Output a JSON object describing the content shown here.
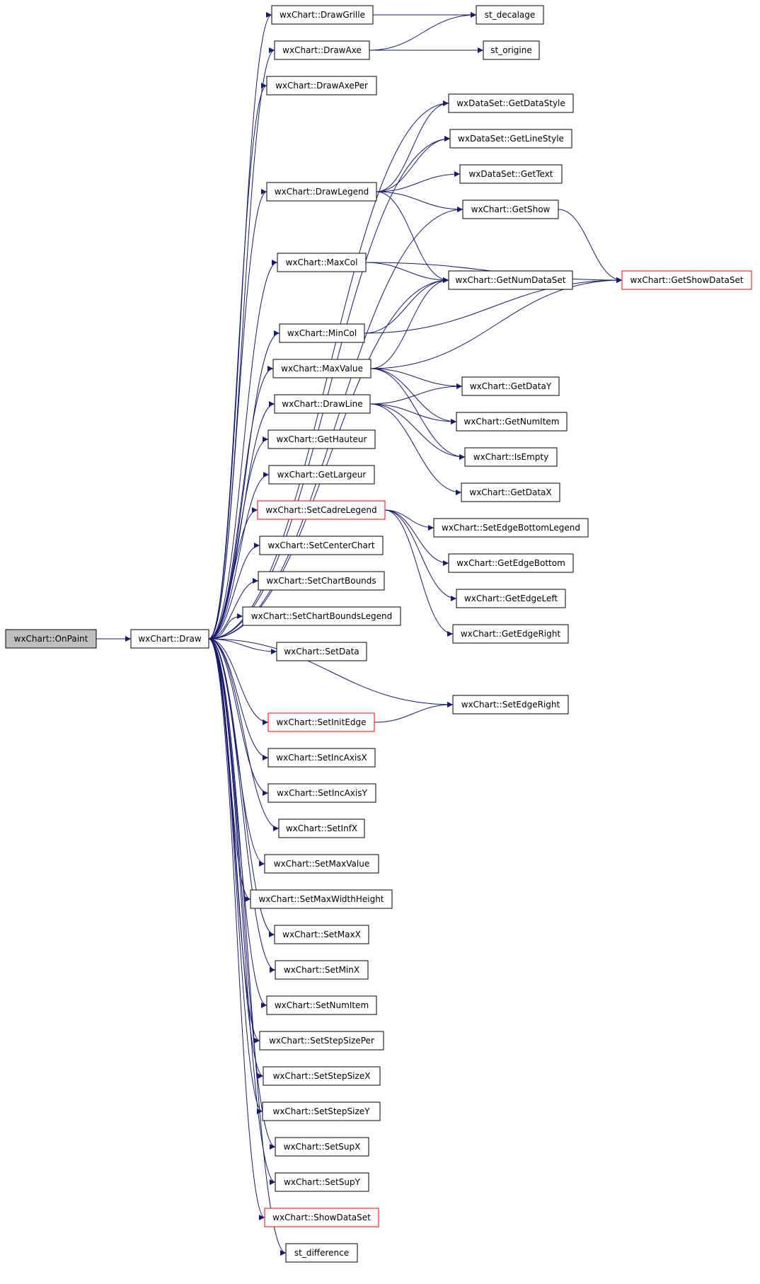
{
  "nodes": [
    {
      "id": "onpaint",
      "label": "wxChart::OnPaint",
      "style": "current"
    },
    {
      "id": "draw",
      "label": "wxChart::Draw",
      "style": "normal"
    },
    {
      "id": "drawgrille",
      "label": "wxChart::DrawGrille",
      "style": "normal"
    },
    {
      "id": "drawaxe",
      "label": "wxChart::DrawAxe",
      "style": "normal"
    },
    {
      "id": "drawaxeper",
      "label": "wxChart::DrawAxePer",
      "style": "normal"
    },
    {
      "id": "drawlegend",
      "label": "wxChart::DrawLegend",
      "style": "normal"
    },
    {
      "id": "maxcol",
      "label": "wxChart::MaxCol",
      "style": "normal"
    },
    {
      "id": "mincol",
      "label": "wxChart::MinCol",
      "style": "normal"
    },
    {
      "id": "maxvalue",
      "label": "wxChart::MaxValue",
      "style": "normal"
    },
    {
      "id": "drawline",
      "label": "wxChart::DrawLine",
      "style": "normal"
    },
    {
      "id": "gethauteur",
      "label": "wxChart::GetHauteur",
      "style": "normal"
    },
    {
      "id": "getlargeur",
      "label": "wxChart::GetLargeur",
      "style": "normal"
    },
    {
      "id": "setcadrelegend",
      "label": "wxChart::SetCadreLegend",
      "style": "truncated"
    },
    {
      "id": "setcenterchart",
      "label": "wxChart::SetCenterChart",
      "style": "normal"
    },
    {
      "id": "setchartbounds",
      "label": "wxChart::SetChartBounds",
      "style": "normal"
    },
    {
      "id": "setchartboundslegend",
      "label": "wxChart::SetChartBoundsLegend",
      "style": "normal"
    },
    {
      "id": "setdata",
      "label": "wxChart::SetData",
      "style": "normal"
    },
    {
      "id": "setinitedge",
      "label": "wxChart::SetInitEdge",
      "style": "truncated"
    },
    {
      "id": "setincaxisx",
      "label": "wxChart::SetIncAxisX",
      "style": "normal"
    },
    {
      "id": "setincaxisy",
      "label": "wxChart::SetIncAxisY",
      "style": "normal"
    },
    {
      "id": "setinfx",
      "label": "wxChart::SetInfX",
      "style": "normal"
    },
    {
      "id": "setmaxvalue",
      "label": "wxChart::SetMaxValue",
      "style": "normal"
    },
    {
      "id": "setmaxwidthheight",
      "label": "wxChart::SetMaxWidthHeight",
      "style": "normal"
    },
    {
      "id": "setmaxx",
      "label": "wxChart::SetMaxX",
      "style": "normal"
    },
    {
      "id": "setminx",
      "label": "wxChart::SetMinX",
      "style": "normal"
    },
    {
      "id": "setnumitem",
      "label": "wxChart::SetNumItem",
      "style": "normal"
    },
    {
      "id": "setstepsizeper",
      "label": "wxChart::SetStepSizePer",
      "style": "normal"
    },
    {
      "id": "setstepsizex",
      "label": "wxChart::SetStepSizeX",
      "style": "normal"
    },
    {
      "id": "setstepsizey",
      "label": "wxChart::SetStepSizeY",
      "style": "normal"
    },
    {
      "id": "setsupx",
      "label": "wxChart::SetSupX",
      "style": "normal"
    },
    {
      "id": "setsupy",
      "label": "wxChart::SetSupY",
      "style": "normal"
    },
    {
      "id": "showdataset",
      "label": "wxChart::ShowDataSet",
      "style": "truncated"
    },
    {
      "id": "stdifference",
      "label": "st_difference",
      "style": "normal"
    },
    {
      "id": "stdecalage",
      "label": "st_decalage",
      "style": "normal"
    },
    {
      "id": "storigine",
      "label": "st_origine",
      "style": "normal"
    },
    {
      "id": "getdatastyle",
      "label": "wxDataSet::GetDataStyle",
      "style": "normal"
    },
    {
      "id": "getlinestyle",
      "label": "wxDataSet::GetLineStyle",
      "style": "normal"
    },
    {
      "id": "gettext",
      "label": "wxDataSet::GetText",
      "style": "normal"
    },
    {
      "id": "getshow",
      "label": "wxChart::GetShow",
      "style": "normal"
    },
    {
      "id": "getnumdataset",
      "label": "wxChart::GetNumDataSet",
      "style": "normal"
    },
    {
      "id": "getshowdataset",
      "label": "wxChart::GetShowDataSet",
      "style": "truncated"
    },
    {
      "id": "getdatay",
      "label": "wxChart::GetDataY",
      "style": "normal"
    },
    {
      "id": "getnumitem",
      "label": "wxChart::GetNumItem",
      "style": "normal"
    },
    {
      "id": "isempty",
      "label": "wxChart::IsEmpty",
      "style": "normal"
    },
    {
      "id": "getdatax",
      "label": "wxChart::GetDataX",
      "style": "normal"
    },
    {
      "id": "setedgebottomlegend",
      "label": "wxChart::SetEdgeBottomLegend",
      "style": "normal"
    },
    {
      "id": "getedgebottom",
      "label": "wxChart::GetEdgeBottom",
      "style": "normal"
    },
    {
      "id": "getedgeleft",
      "label": "wxChart::GetEdgeLeft",
      "style": "normal"
    },
    {
      "id": "getedgeright",
      "label": "wxChart::GetEdgeRight",
      "style": "normal"
    },
    {
      "id": "setedgeright",
      "label": "wxChart::SetEdgeRight",
      "style": "normal"
    }
  ],
  "edges": [
    [
      "onpaint",
      "draw"
    ],
    [
      "draw",
      "drawgrille"
    ],
    [
      "draw",
      "drawaxe"
    ],
    [
      "draw",
      "drawaxeper"
    ],
    [
      "draw",
      "getdatastyle"
    ],
    [
      "draw",
      "getlinestyle"
    ],
    [
      "draw",
      "drawlegend"
    ],
    [
      "draw",
      "getshow"
    ],
    [
      "draw",
      "maxcol"
    ],
    [
      "draw",
      "getnumdataset"
    ],
    [
      "draw",
      "mincol"
    ],
    [
      "draw",
      "maxvalue"
    ],
    [
      "draw",
      "drawline"
    ],
    [
      "draw",
      "gethauteur"
    ],
    [
      "draw",
      "getlargeur"
    ],
    [
      "draw",
      "setcadrelegend"
    ],
    [
      "draw",
      "setcenterchart"
    ],
    [
      "draw",
      "setchartbounds"
    ],
    [
      "draw",
      "setchartboundslegend"
    ],
    [
      "draw",
      "setdata"
    ],
    [
      "draw",
      "setedgeright"
    ],
    [
      "draw",
      "setinitedge"
    ],
    [
      "draw",
      "setincaxisx"
    ],
    [
      "draw",
      "setincaxisy"
    ],
    [
      "draw",
      "setinfx"
    ],
    [
      "draw",
      "setmaxvalue"
    ],
    [
      "draw",
      "setmaxwidthheight"
    ],
    [
      "draw",
      "setmaxx"
    ],
    [
      "draw",
      "setminx"
    ],
    [
      "draw",
      "setnumitem"
    ],
    [
      "draw",
      "setstepsizeper"
    ],
    [
      "draw",
      "setstepsizex"
    ],
    [
      "draw",
      "setstepsizey"
    ],
    [
      "draw",
      "setsupx"
    ],
    [
      "draw",
      "setsupy"
    ],
    [
      "draw",
      "showdataset"
    ],
    [
      "draw",
      "stdifference"
    ],
    [
      "drawgrille",
      "stdecalage"
    ],
    [
      "drawaxe",
      "stdecalage"
    ],
    [
      "drawaxe",
      "storigine"
    ],
    [
      "drawlegend",
      "getdatastyle"
    ],
    [
      "drawlegend",
      "getlinestyle"
    ],
    [
      "drawlegend",
      "gettext"
    ],
    [
      "drawlegend",
      "getshow"
    ],
    [
      "drawlegend",
      "getnumdataset"
    ],
    [
      "getshow",
      "getshowdataset"
    ],
    [
      "maxcol",
      "getnumdataset"
    ],
    [
      "maxcol",
      "getshowdataset"
    ],
    [
      "mincol",
      "getnumdataset"
    ],
    [
      "mincol",
      "getshowdataset"
    ],
    [
      "maxvalue",
      "getnumdataset"
    ],
    [
      "maxvalue",
      "getshowdataset"
    ],
    [
      "maxvalue",
      "getdatay"
    ],
    [
      "maxvalue",
      "getnumitem"
    ],
    [
      "maxvalue",
      "isempty"
    ],
    [
      "drawline",
      "getdatay"
    ],
    [
      "drawline",
      "getnumitem"
    ],
    [
      "drawline",
      "isempty"
    ],
    [
      "drawline",
      "getdatax"
    ],
    [
      "setcadrelegend",
      "setedgebottomlegend"
    ],
    [
      "setcadrelegend",
      "getedgebottom"
    ],
    [
      "setcadrelegend",
      "getedgeleft"
    ],
    [
      "setcadrelegend",
      "getedgeright"
    ],
    [
      "setinitedge",
      "setedgeright"
    ]
  ],
  "colors": {
    "edge": "#191970",
    "border": "#000000",
    "truncated_border": "#ff0000",
    "current_fill": "#bfbfbf",
    "fill": "#ffffff"
  }
}
